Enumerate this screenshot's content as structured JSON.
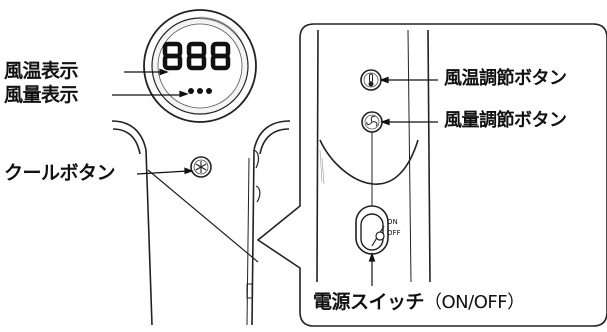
{
  "labels": {
    "fan_temp_display": "風温表示",
    "fan_volume_display": "風量表示",
    "cool_button": "クールボタン",
    "fan_temp_button": "風温調節ボタン",
    "fan_volume_button": "風量調節ボタン",
    "power_switch": "電源スイッチ",
    "power_switch_suffix": "（ON/OFF）"
  },
  "display": {
    "digits": "888"
  },
  "switch_positions": {
    "on": "ON",
    "off": "OFF"
  }
}
